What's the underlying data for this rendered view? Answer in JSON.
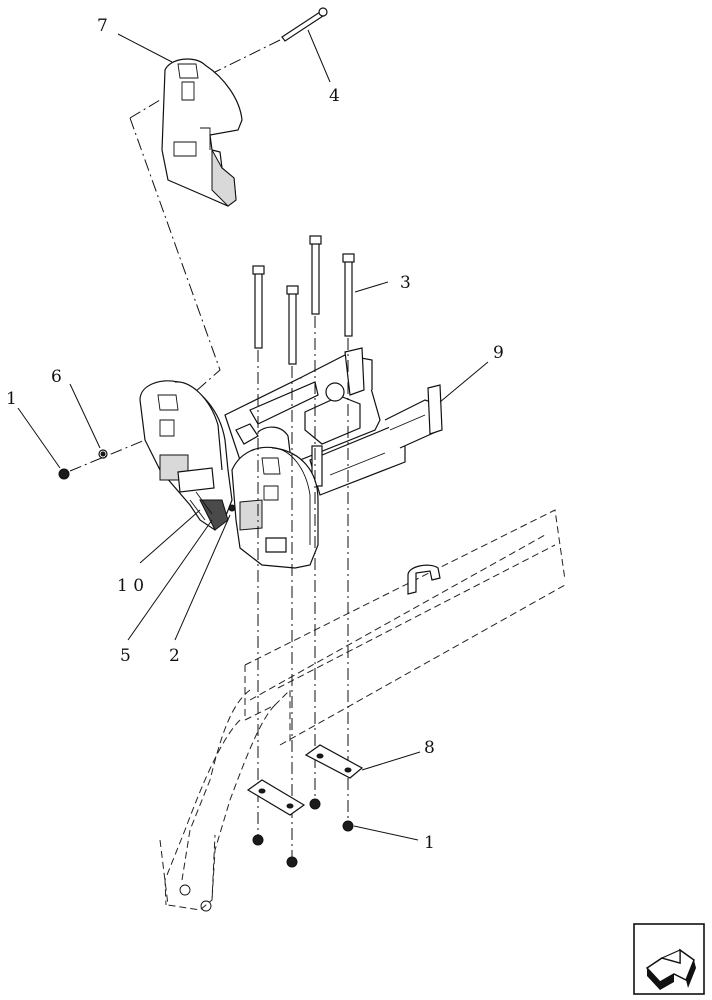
{
  "callouts": {
    "c7": "7",
    "c4": "4",
    "c3": "3",
    "c9": "9",
    "c6": "6",
    "c1a": "1",
    "c10": "1 0",
    "c5": "5",
    "c2": "2",
    "c8": "8",
    "c1b": "1"
  },
  "nav_icon": "next-page-arrow-icon"
}
